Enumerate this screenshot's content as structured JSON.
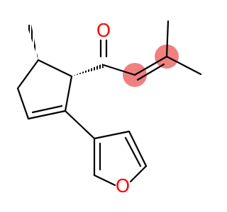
{
  "molecule": {
    "atoms": {
      "carbonyl_oxygen": {
        "symbol": "O",
        "color": "#ff0d0d"
      },
      "furan_oxygen": {
        "symbol": "O",
        "color": "#ff0d0d"
      }
    },
    "bond_color": "#000000",
    "highlight_color": "#f08080",
    "highlighted_atoms": [
      "alpha-carbon",
      "beta-carbon"
    ]
  }
}
